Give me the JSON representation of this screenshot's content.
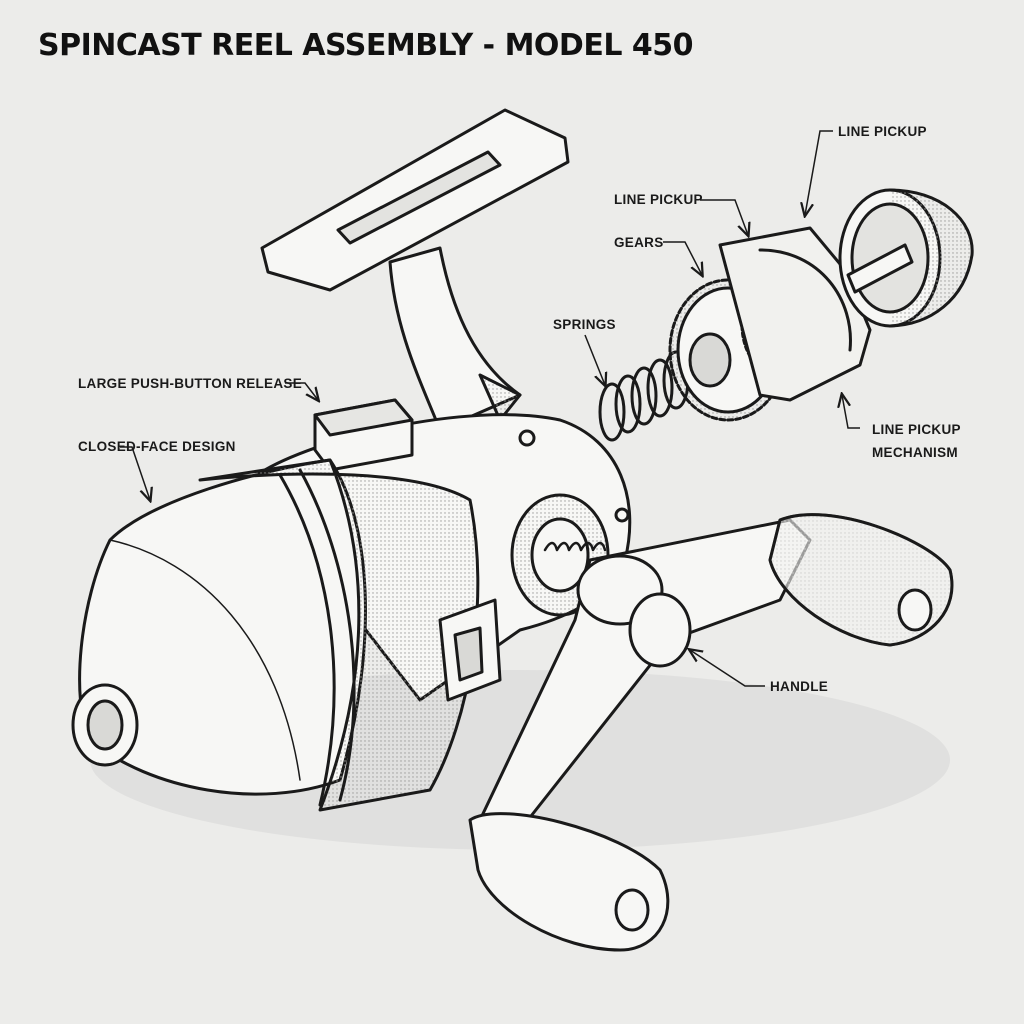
{
  "title": "SPINCAST REEL ASSEMBLY - MODEL 450",
  "labels": {
    "line_pickup_top": "LINE PICKUP",
    "line_pickup_mid": "LINE PICKUP",
    "gears": "GEARS",
    "springs": "SPRINGS",
    "push_button": "LARGE PUSH-BUTTON RELEASE",
    "closed_face": "CLOSED-FACE DESIGN",
    "mechanism_line1": "LINE PICKUP",
    "mechanism_line2": "MECHANISM",
    "handle": "HANDLE"
  },
  "colors": {
    "background": "#ececea",
    "line": "#1a1a1a",
    "fill": "#f7f7f5",
    "shade": "#d9d9d6"
  }
}
